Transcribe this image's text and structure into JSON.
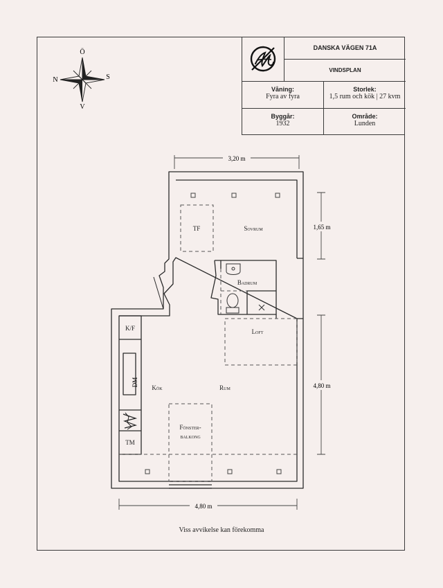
{
  "title_block": {
    "address": "DANSKA VÄGEN 71A",
    "plan": "VINDSPLAN",
    "floor_label": "Våning:",
    "floor_value": "Fyra av fyra",
    "size_label": "Storlek:",
    "size_value": "1,5 rum och kök | 27 kvm",
    "year_label": "Byggår:",
    "year_value": "1932",
    "area_label": "Område:",
    "area_value": "Lunden"
  },
  "compass": {
    "n": "N",
    "s": "S",
    "o": "Ö",
    "v": "V"
  },
  "rooms": {
    "sovrum": "Sovrum",
    "tf": "TF",
    "badrum": "Badrum",
    "loft": "Loft",
    "kok": "Kök",
    "rum": "Rum",
    "kf": "K/F",
    "dm": "DM",
    "tm": "TM",
    "balkong_1": "Fönster-",
    "balkong_2": "balkong"
  },
  "dimensions": {
    "top": "3,20 m",
    "right_upper": "1,65 m",
    "right_lower": "4,80 m",
    "bottom": "4,80 m"
  },
  "disclaimer": "Viss avvikelse kan förekomma"
}
